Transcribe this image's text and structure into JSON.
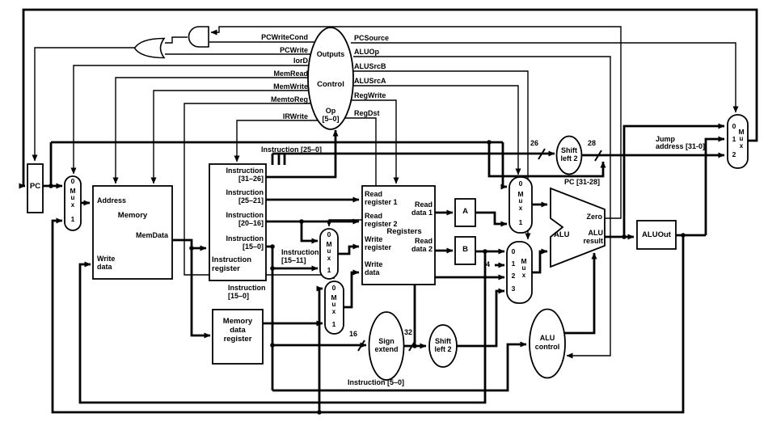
{
  "pc": "PC",
  "ctl": {
    "outputs": "Outputs",
    "title": "Control",
    "op": "Op",
    "oprange": "[5–0]",
    "left": [
      "PCWriteCond",
      "PCWrite",
      "IorD",
      "MemRead",
      "MemWrite",
      "MemtoReg",
      "IRWrite"
    ],
    "right": [
      "PCSource",
      "ALUOp",
      "ALUSrcB",
      "ALUSrcA",
      "RegWrite",
      "RegDst"
    ]
  },
  "mem": {
    "title": "Memory",
    "address": "Address",
    "memdata": "MemData",
    "wda": "Write",
    "wdb": "data"
  },
  "ir": {
    "r1a": "Instruction",
    "r1b": "[31–26]",
    "r2a": "Instruction",
    "r2b": "[25–21]",
    "r3a": "Instruction",
    "r3b": "[20–16]",
    "r4a": "Instruction",
    "r4b": "[15–0]",
    "title_a": "Instruction",
    "title_b": "register"
  },
  "mdr": {
    "l1": "Memory",
    "l2": "data",
    "l3": "register"
  },
  "regs": {
    "title": "Registers",
    "rr1a": "Read",
    "rr1b": "register 1",
    "rr2a": "Read",
    "rr2b": "register 2",
    "wra": "Write",
    "wrb": "register",
    "wda": "Write",
    "wdb": "data",
    "rd1a": "Read",
    "rd1b": "data 1",
    "rd2a": "Read",
    "rd2b": "data 2"
  },
  "ab": {
    "a": "A",
    "b": "B"
  },
  "alu": {
    "name": "ALU",
    "zero": "Zero",
    "res_a": "ALU",
    "res_b": "result",
    "aluout": "ALUOut",
    "ctl_a": "ALU",
    "ctl_b": "control"
  },
  "ov": {
    "sj_a": "Shift",
    "sj_b": "left 2",
    "se_a": "Sign",
    "se_b": "extend",
    "sb_a": "Shift",
    "sb_b": "left 2"
  },
  "wl": {
    "instr_25_0": "Instruction [25–0]",
    "jump_a": "Jump",
    "jump_b": "address [31-0]",
    "pc_31_28": "PC [31-28]",
    "n26": "26",
    "n28": "28",
    "n16": "16",
    "n32": "32",
    "n4": "4",
    "i1511a": "Instruction",
    "i1511b": "[15–11]",
    "i150a": "Instruction",
    "i150b": "[15–0]",
    "instr_5_0": "Instruction [5–0]"
  },
  "mux": {
    "m": "M",
    "u": "u",
    "x": "x",
    "d0": "0",
    "d1": "1",
    "d2": "2",
    "d3": "3"
  },
  "colors": {
    "line": "#000000",
    "background": "#ffffff"
  }
}
